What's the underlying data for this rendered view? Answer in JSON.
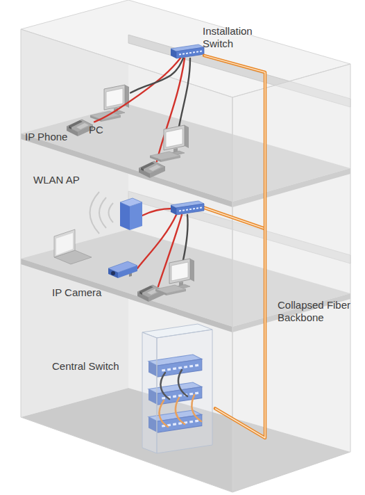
{
  "diagram": {
    "nodes": [
      {
        "text": [
          "Installation Switch"
        ]
      },
      {
        "text": [
          "IP Phone"
        ]
      },
      {
        "text": [
          "PC"
        ]
      },
      {
        "text": [
          "WLAN AP"
        ]
      },
      {
        "text": [
          "IP Camera"
        ]
      },
      {
        "text": [
          "Central Switch"
        ]
      }
    ],
    "edges": [
      {
        "from": 0,
        "to": 1,
        "arrow": "none"
      },
      {
        "from": 0,
        "to": 2,
        "arrow": "none"
      },
      {
        "from": 0,
        "to": 5,
        "label": "Collapsed Fiber Backbone",
        "arrow": "none"
      }
    ]
  }
}
